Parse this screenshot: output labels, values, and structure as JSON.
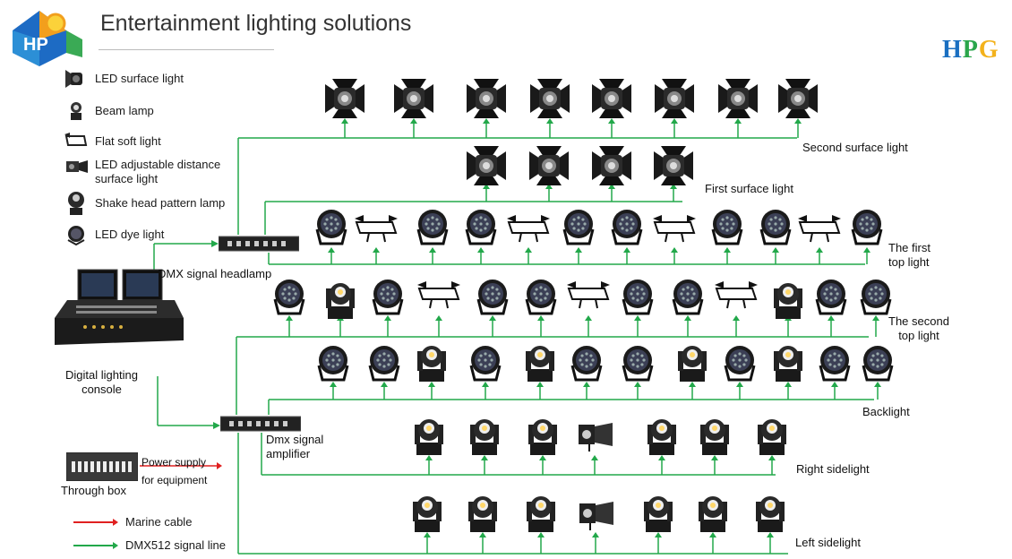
{
  "title": "Entertainment lighting solutions",
  "brand": {
    "text": "HPG",
    "letters": [
      {
        "ch": "H",
        "color": "#1a6fc1"
      },
      {
        "ch": "P",
        "color": "#2aa64b"
      },
      {
        "ch": "G",
        "color": "#f3b21c"
      }
    ]
  },
  "legend": [
    {
      "icon": "led-surface-light-icon",
      "label": "LED surface light"
    },
    {
      "icon": "beam-lamp-icon",
      "label": "Beam lamp"
    },
    {
      "icon": "flat-soft-light-icon",
      "label": "Flat soft light"
    },
    {
      "icon": "led-adjustable-surface-light-icon",
      "label": "LED adjustable distance\nsurface light"
    },
    {
      "icon": "shake-head-pattern-lamp-icon",
      "label": "Shake head pattern lamp"
    },
    {
      "icon": "led-dye-light-icon",
      "label": "LED dye light"
    }
  ],
  "devices": {
    "console": "Digital lighting\nconsole",
    "headlamp": "DMX signal headlamp",
    "amplifier": "Dmx signal\namplifier",
    "through_box": "Through box",
    "power_supply": "Power supply\nfor equipment"
  },
  "rows": {
    "second_surface": "Second surface light",
    "first_surface": "First surface light",
    "first_top": "The first\ntop light",
    "second_top": "The second\ntop light",
    "backlight": "Backlight",
    "right_side": "Right sidelight",
    "left_side": "Left sidelight"
  },
  "line_legend": [
    {
      "label": "Marine cable",
      "color": "#e02020"
    },
    {
      "label": "DMX512 signal line",
      "color": "#22a84a"
    }
  ],
  "colors": {
    "signal": "#22a84a",
    "power": "#e02020"
  }
}
